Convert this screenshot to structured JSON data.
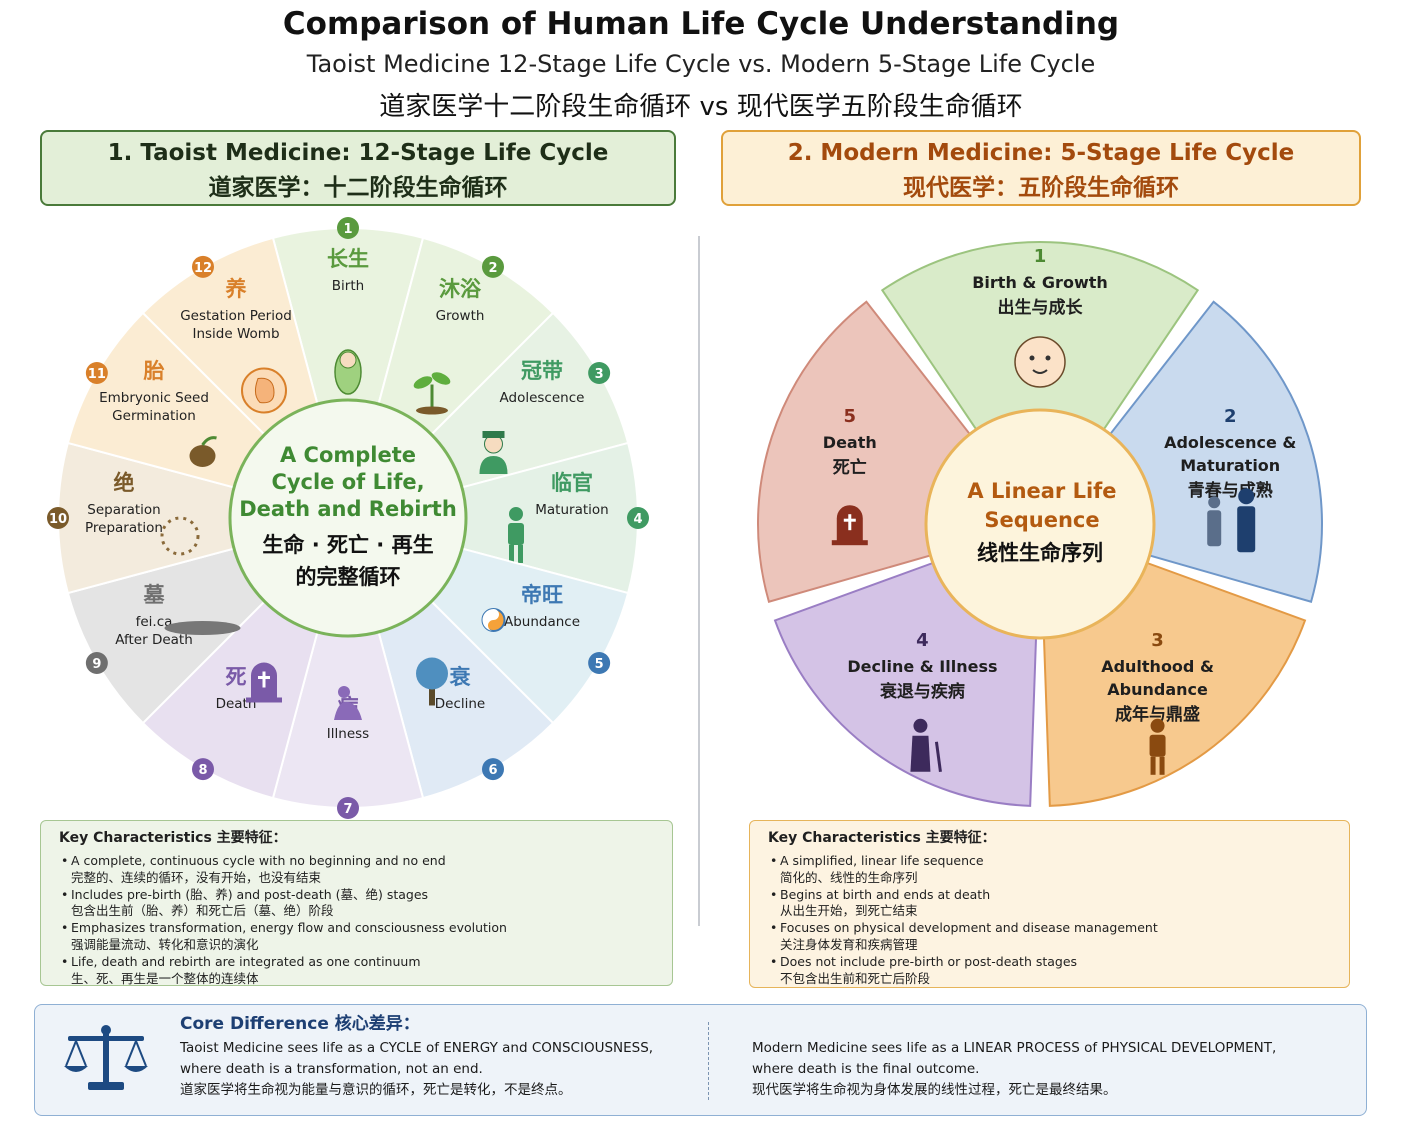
{
  "title": "Comparison of Human Life Cycle Understanding",
  "subtitle": "Taoist Medicine 12-Stage Life Cycle vs. Modern 5-Stage Life Cycle",
  "subtitle_cn": "道家医学十二阶段生命循环 vs 现代医学五阶段生命循环",
  "colors": {
    "taoist_accent": "#4a7a3a",
    "modern_accent": "#e0a13a",
    "core_accent": "#1d3f73"
  },
  "taoist": {
    "heading_en": "1. Taoist Medicine: 12-Stage Life Cycle",
    "heading_cn": "道家医学：十二阶段生命循环",
    "center_en": [
      "A Complete",
      "Cycle of Life,",
      "Death and Rebirth"
    ],
    "center_cn": [
      "生命 · 死亡 · 再生",
      "的完整循环"
    ],
    "stages": [
      {
        "num": "1",
        "cn": "长生",
        "en": [
          "Birth"
        ],
        "color": "#e9f3df",
        "num_color": "#5a9a3e",
        "icon": "baby-icon"
      },
      {
        "num": "2",
        "cn": "沐浴",
        "en": [
          "Growth"
        ],
        "color": "#e9f3df",
        "num_color": "#5a9a3e",
        "icon": "sprout-icon"
      },
      {
        "num": "3",
        "cn": "冠带",
        "en": [
          "Adolescence"
        ],
        "color": "#e7f2e4",
        "num_color": "#3f9a62",
        "icon": "youth-icon"
      },
      {
        "num": "4",
        "cn": "临官",
        "en": [
          "Maturation"
        ],
        "color": "#e4f1e6",
        "num_color": "#3f9a62",
        "icon": "adult-icon"
      },
      {
        "num": "5",
        "cn": "帝旺",
        "en": [
          "Abundance"
        ],
        "color": "#e1eff4",
        "num_color": "#3d78b3",
        "icon": "yin-yang-icon"
      },
      {
        "num": "6",
        "cn": "衰",
        "en": [
          "Decline"
        ],
        "color": "#e0eaf5",
        "num_color": "#3d78b3",
        "icon": "tree-icon"
      },
      {
        "num": "7",
        "cn": "病",
        "en": [
          "Illness"
        ],
        "color": "#ece6f3",
        "num_color": "#7a5aa8",
        "icon": "sick-person-icon"
      },
      {
        "num": "8",
        "cn": "死",
        "en": [
          "Death"
        ],
        "color": "#e8e0f0",
        "num_color": "#7a5aa8",
        "icon": "tombstone-icon"
      },
      {
        "num": "9",
        "cn": "墓",
        "en": [
          "fei.ca",
          "After Death"
        ],
        "color": "#e4e4e4",
        "num_color": "#6f6f6f",
        "icon": "grave-icon"
      },
      {
        "num": "10",
        "cn": "绝",
        "en": [
          "Separation",
          "Preparation"
        ],
        "color": "#f3ebdd",
        "num_color": "#7a5a2a",
        "icon": "dotted-circle-icon"
      },
      {
        "num": "11",
        "cn": "胎",
        "en": [
          "Embryonic Seed",
          "Germination"
        ],
        "color": "#fbecd3",
        "num_color": "#d9802a",
        "icon": "seed-icon"
      },
      {
        "num": "12",
        "cn": "养",
        "en": [
          "Gestation Period",
          "Inside Womb"
        ],
        "color": "#fbecd3",
        "num_color": "#d9802a",
        "icon": "fetus-icon"
      }
    ],
    "key_title": "Key Characteristics 主要特征：",
    "key_items": [
      {
        "en": "A complete, continuous cycle with no beginning and no end",
        "cn": "完整的、连续的循环，没有开始，也没有结束"
      },
      {
        "en": "Includes pre-birth (胎、养) and post-death (墓、绝) stages",
        "cn": "包含出生前（胎、养）和死亡后（墓、绝）阶段"
      },
      {
        "en": "Emphasizes transformation, energy flow and consciousness evolution",
        "cn": "强调能量流动、转化和意识的演化"
      },
      {
        "en": "Life, death and rebirth are integrated as one continuum",
        "cn": "生、死、再生是一个整体的连续体"
      }
    ]
  },
  "modern": {
    "heading_en": "2. Modern Medicine: 5-Stage Life Cycle",
    "heading_cn": "现代医学：五阶段生命循环",
    "center_en": [
      "A Linear Life",
      "Sequence"
    ],
    "center_cn": "线性生命序列",
    "stages": [
      {
        "num": "1",
        "en": [
          "Birth & Growth"
        ],
        "cn": "出生与成长",
        "color": "#d9ebc9",
        "stroke": "#9cc47f",
        "num_color": "#4d8a33",
        "icon": "baby-face-icon"
      },
      {
        "num": "2",
        "en": [
          "Adolescence &",
          "Maturation"
        ],
        "cn": "青春与成熟",
        "color": "#c9daee",
        "stroke": "#6f97c9",
        "num_color": "#1e3f6e",
        "icon": "couple-icon"
      },
      {
        "num": "3",
        "en": [
          "Adulthood &",
          "Abundance"
        ],
        "cn": "成年与鼎盛",
        "color": "#f7c98e",
        "stroke": "#e39a45",
        "num_color": "#8a4a10",
        "icon": "adult-icon"
      },
      {
        "num": "4",
        "en": [
          "Decline & Illness"
        ],
        "cn": "衰退与疾病",
        "color": "#d4c3e6",
        "stroke": "#9a7ec4",
        "num_color": "#3d2a5c",
        "icon": "elderly-icon"
      },
      {
        "num": "5",
        "en": [
          "Death"
        ],
        "cn": "死亡",
        "color": "#ecc5bb",
        "stroke": "#cf8a7a",
        "num_color": "#8a2f1e",
        "icon": "tombstone-icon"
      }
    ],
    "key_title": "Key Characteristics 主要特征：",
    "key_items": [
      {
        "en": "A simplified, linear life sequence",
        "cn": "简化的、线性的生命序列"
      },
      {
        "en": "Begins at birth and ends at death",
        "cn": "从出生开始，到死亡结束"
      },
      {
        "en": "Focuses on physical development and disease management",
        "cn": "关注身体发育和疾病管理"
      },
      {
        "en": "Does not include pre-birth or post-death stages",
        "cn": "不包含出生前和死亡后阶段"
      }
    ]
  },
  "core": {
    "title": "Core Difference 核心差异：",
    "left": [
      "Taoist Medicine sees life as a CYCLE of ENERGY and CONSCIOUSNESS,",
      "where death is a transformation, not an end.",
      "道家医学将生命视为能量与意识的循环，死亡是转化，不是终点。"
    ],
    "right": [
      "Modern Medicine sees life as a LINEAR PROCESS of PHYSICAL DEVELOPMENT,",
      "where death is the final outcome.",
      "现代医学将生命视为身体发展的线性过程，死亡是最终结果。"
    ],
    "icon": "balance-scale-icon"
  }
}
